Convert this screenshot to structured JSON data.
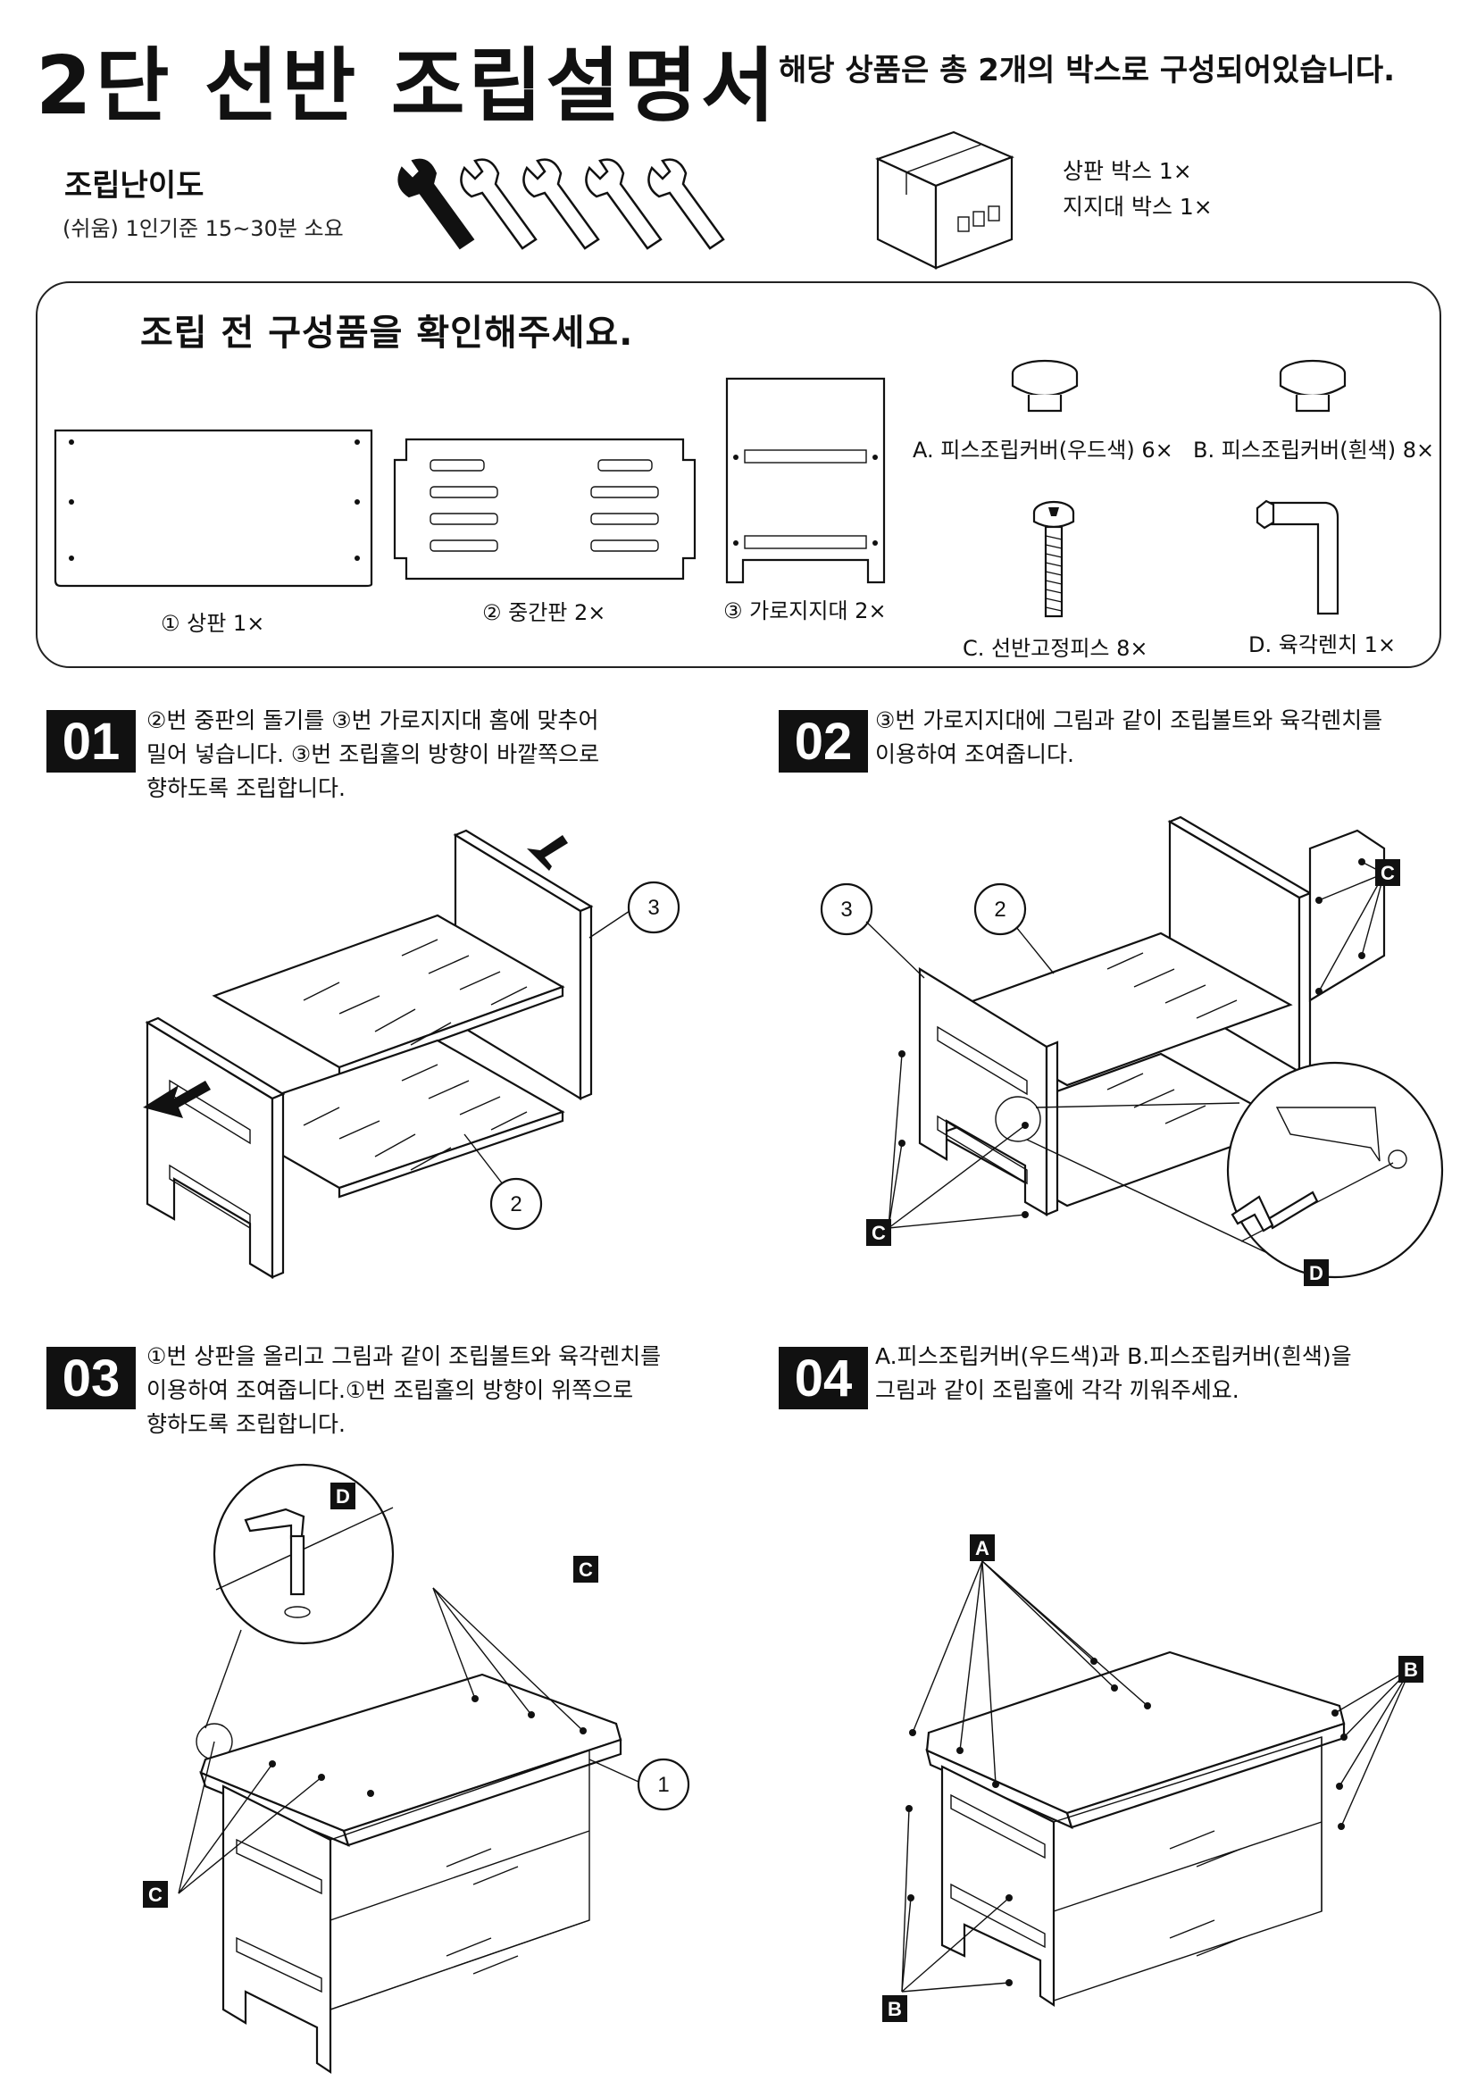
{
  "header": {
    "title": "2단 선반 조립설명서",
    "box_note": "해당 상품은 총 2개의 박스로 구성되어있습니다."
  },
  "difficulty": {
    "title": "조립난이도",
    "desc": "(쉬움) 1인기준 15~30분 소요",
    "level_filled": 1,
    "level_total": 5
  },
  "boxes": {
    "line1": "상판 박스 1×",
    "line2": "지지대 박스 1×"
  },
  "parts": {
    "title": "조립 전 구성품을 확인해주세요.",
    "items": [
      {
        "label": "① 상판 1×"
      },
      {
        "label": "② 중간판 2×"
      },
      {
        "label": "③ 가로지지대 2×"
      },
      {
        "label": "A. 피스조립커버(우드색) 6×"
      },
      {
        "label": "B. 피스조립커버(흰색) 8×"
      },
      {
        "label": "C. 선반고정피스 8×"
      },
      {
        "label": "D. 육각렌치 1×"
      }
    ]
  },
  "steps": [
    {
      "num": "01",
      "lines": [
        "②번 중판의 돌기를 ③번 가로지지대 홈에 맞추어",
        "밀어 넣습니다. ③번 조립홀의 방향이 바깥쪽으로",
        "향하도록 조립합니다."
      ]
    },
    {
      "num": "02",
      "lines": [
        "③번 가로지지대에 그림과 같이 조립볼트와 육각렌치를",
        "이용하여 조여줍니다.",
        ""
      ]
    },
    {
      "num": "03",
      "lines": [
        "①번 상판을 올리고 그림과 같이 조립볼트와 육각렌치를",
        "이용하여 조여줍니다.①번 조립홀의 방향이 위쪽으로",
        "향하도록 조립합니다."
      ]
    },
    {
      "num": "04",
      "lines": [
        "A.피스조립커버(우드색)과 B.피스조립커버(흰색)을",
        "그림과 같이 조립홀에 각각 끼워주세요.",
        ""
      ]
    }
  ],
  "callouts": {
    "n1": "1",
    "n2": "2",
    "n3": "3",
    "A": "A",
    "B": "B",
    "C": "C",
    "D": "D"
  }
}
